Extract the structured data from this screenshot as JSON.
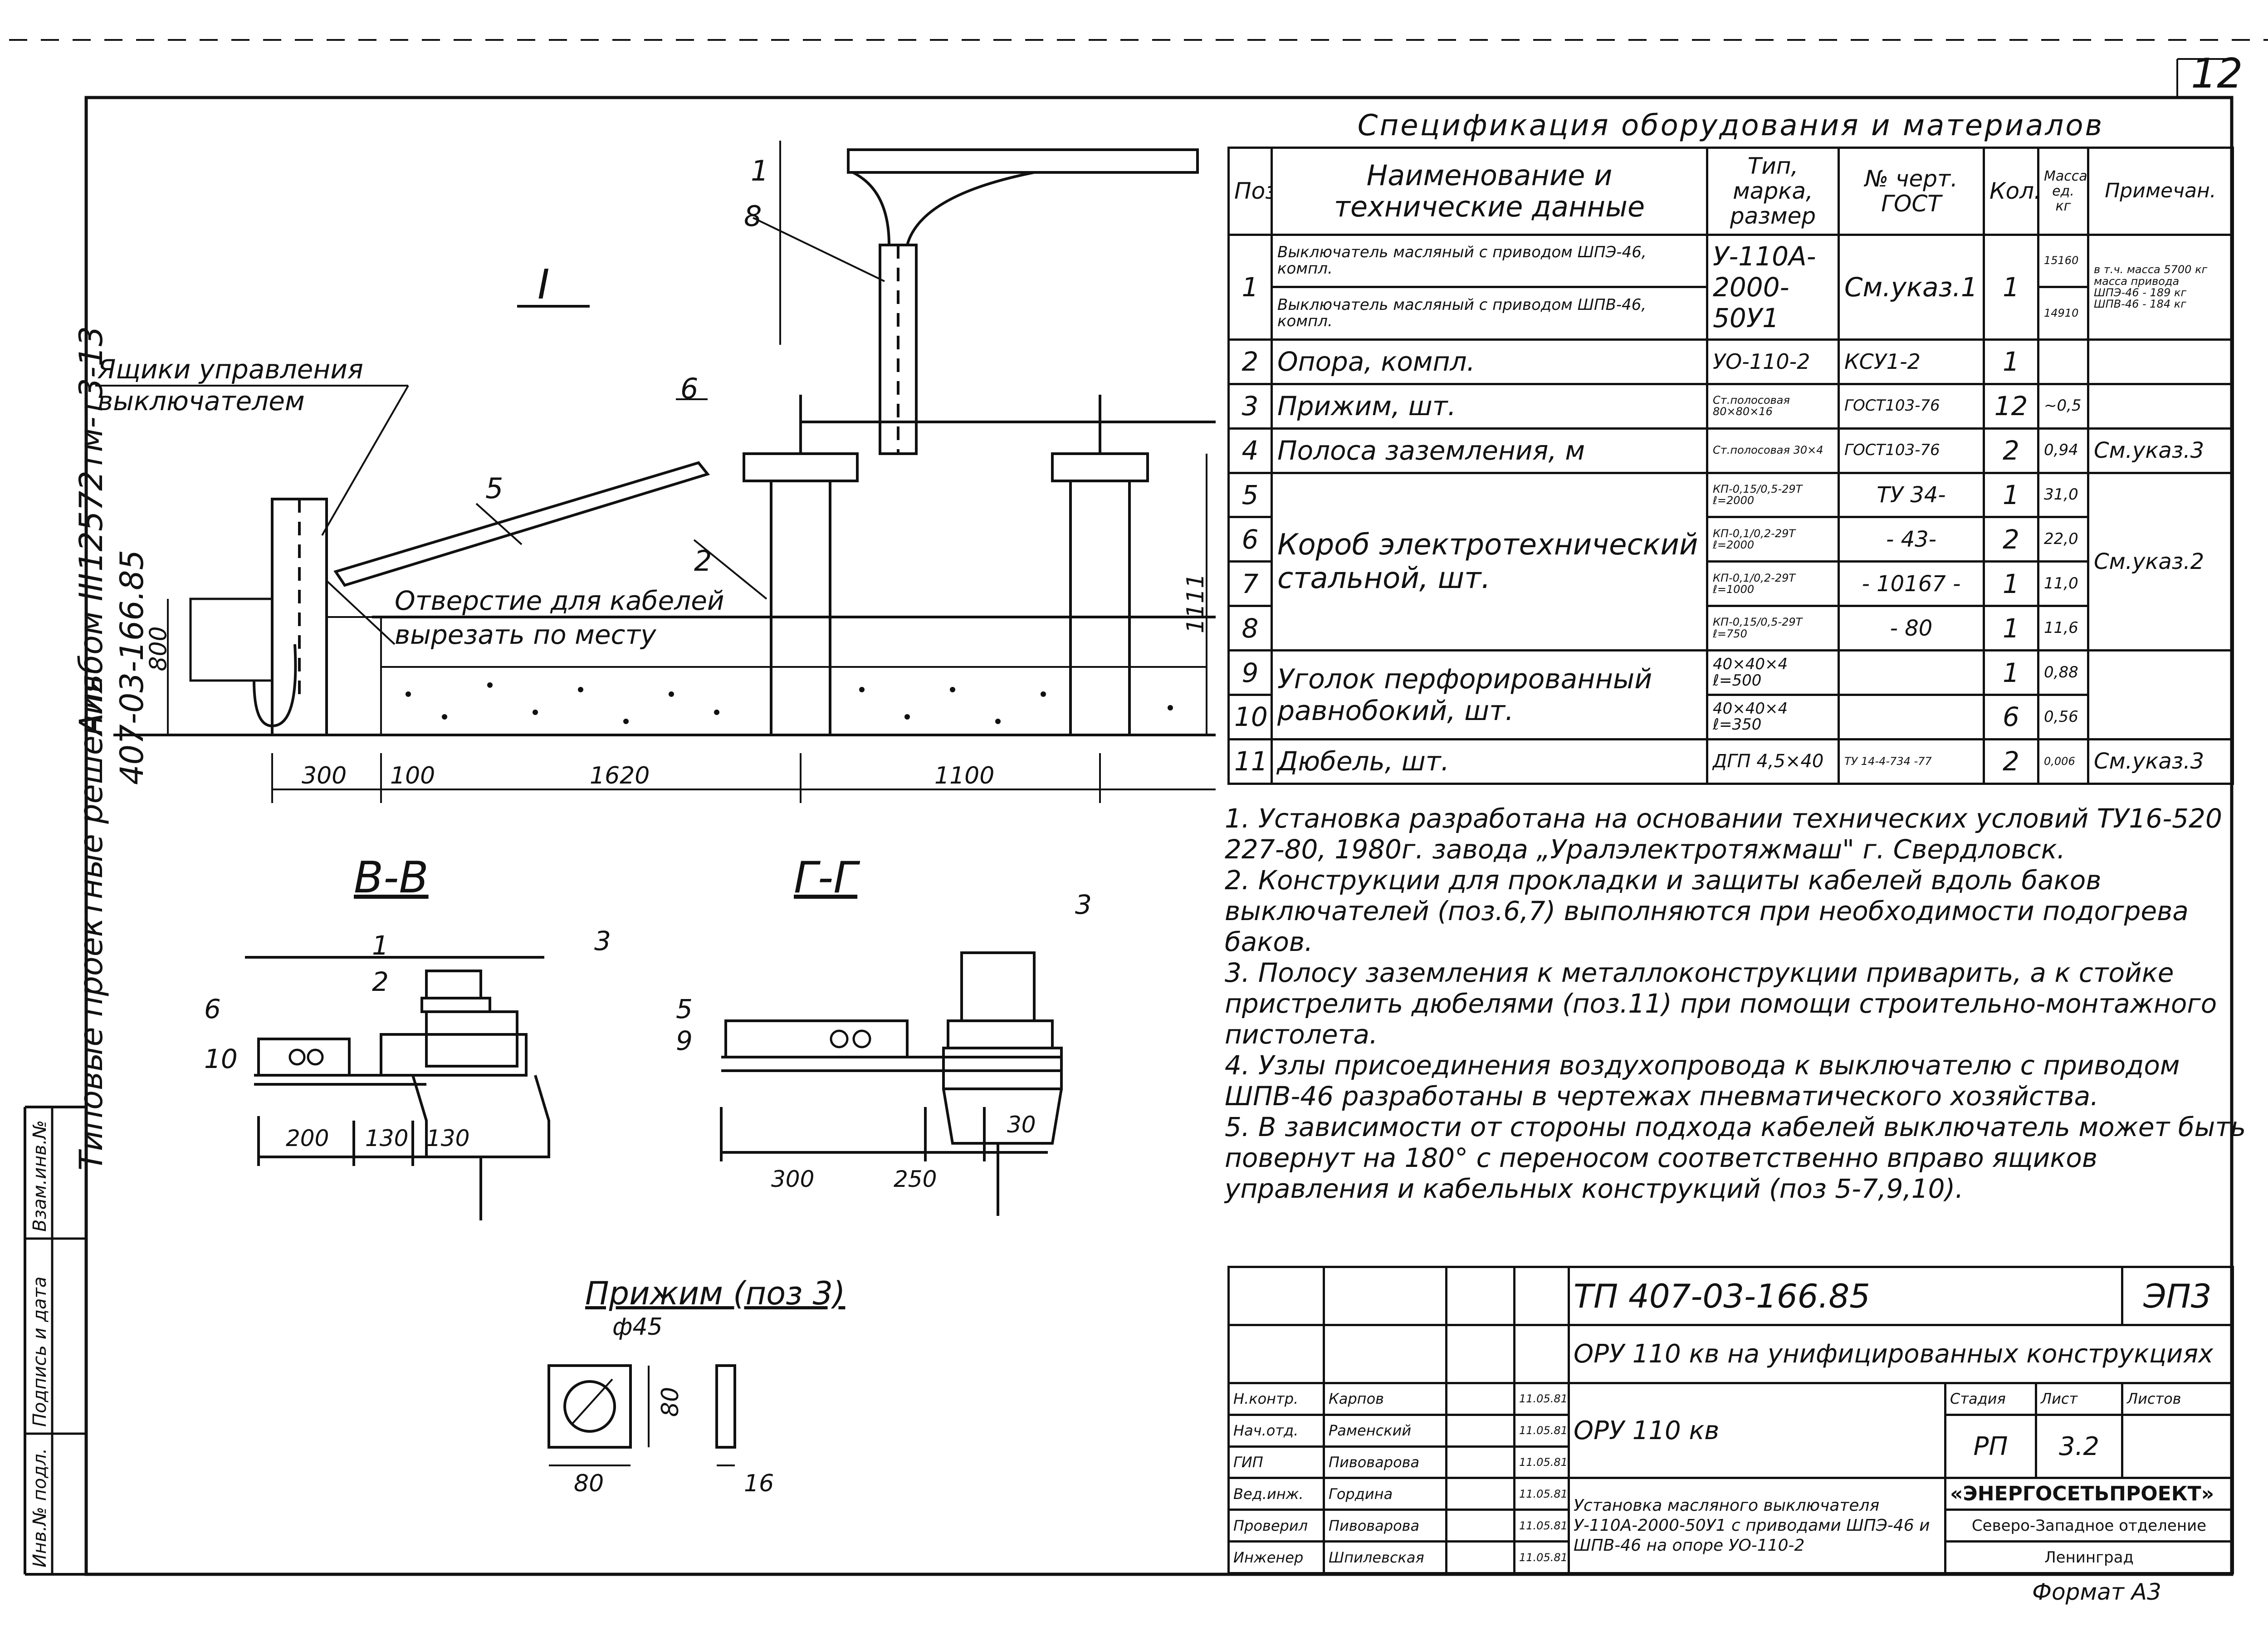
{
  "sheet": {
    "sheet_no": "12",
    "album_code_top": "12572тм-т3-13",
    "side_code": "407-03-166.85",
    "album": "Альбом III",
    "series_label": "Типовые проектные решения",
    "format": "Формат А3"
  },
  "side_stamp": [
    "Инв.№ подл.",
    "Подпись и дата",
    "Взам.инв.№"
  ],
  "drawing": {
    "view_label": "I",
    "boxes_label_1": "Ящики управления",
    "boxes_label_2": "выключателем",
    "hole_label_1": "Отверстие для кабелей",
    "hole_label_2": "вырезать по месту",
    "pos": [
      "1",
      "8",
      "6",
      "5",
      "2"
    ],
    "dims": [
      "300",
      "100",
      "1620",
      "1100",
      "800",
      "1111"
    ],
    "section_bb": "В-В",
    "section_gg": "Г-Г",
    "bb_pos": [
      "1",
      "3",
      "2",
      "6",
      "10"
    ],
    "bb_dims": [
      "200",
      "130",
      "130"
    ],
    "gg_pos": [
      "3",
      "5",
      "9"
    ],
    "gg_dims": [
      "300",
      "250",
      "30"
    ],
    "clamp_title": "Прижим (поз 3)",
    "clamp_dims": [
      "ф45",
      "80",
      "80",
      "16"
    ]
  },
  "spec": {
    "title": "Спецификация оборудования и материалов",
    "headers": [
      "Поз.",
      "Наименование и технические данные",
      "Тип, марка, размер",
      "№ черт. ГОСТ",
      "Кол.",
      "Масса ед. кг",
      "Примечан."
    ],
    "rows": [
      {
        "pos": "1",
        "name_a": "Выключатель масляный с приводом ШПЭ-46, компл.",
        "name_b": "Выключатель масляный с приводом ШПВ-46, компл.",
        "type": "У-110А- 2000-50У1",
        "gost": "См.указ.1",
        "qty": "1",
        "mass_a": "15160",
        "mass_b": "14910",
        "note": "в т.ч. масса 5700 кг масса привода ШПЭ-46 - 189 кг ШПВ-46 - 184 кг"
      },
      {
        "pos": "2",
        "name": "Опора, компл.",
        "type": "УО-110-2",
        "gost": "КСУ1-2",
        "qty": "1",
        "mass": "",
        "note": ""
      },
      {
        "pos": "3",
        "name": "Прижим, шт.",
        "type": "Ст.полосовая 80×80×16",
        "gost": "ГОСТ103-76",
        "qty": "12",
        "mass": "~0,5",
        "note": ""
      },
      {
        "pos": "4",
        "name": "Полоса заземления, м",
        "type": "Ст.полосовая 30×4",
        "gost": "ГОСТ103-76",
        "qty": "2",
        "mass": "0,94",
        "note": "См.указ.3"
      },
      {
        "pos": "5",
        "type": "КП-0,15/0,5-29Т ℓ=2000",
        "gost": "ТУ 34-",
        "qty": "1",
        "mass": "31,0"
      },
      {
        "pos": "6",
        "type": "КП-0,1/0,2-29Т ℓ=2000",
        "gost": "- 43-",
        "qty": "2",
        "mass": "22,0"
      },
      {
        "pos": "7",
        "type": "КП-0,1/0,2-29Т ℓ=1000",
        "gost": "- 10167 -",
        "qty": "1",
        "mass": "11,0"
      },
      {
        "pos": "8",
        "type": "КП-0,15/0,5-29Т ℓ=750",
        "gost": "- 80",
        "qty": "1",
        "mass": "11,6"
      },
      {
        "pos": "9",
        "type": "40×40×4 ℓ=500",
        "gost": "",
        "qty": "1",
        "mass": "0,88"
      },
      {
        "pos": "10",
        "type": "40×40×4 ℓ=350",
        "gost": "",
        "qty": "6",
        "mass": "0,56"
      },
      {
        "pos": "11",
        "name": "Дюбель, шт.",
        "type": "ДГП 4,5×40",
        "gost": "ТУ 14-4-734 -77",
        "qty": "2",
        "mass": "0,006",
        "note": "См.указ.3"
      }
    ],
    "merged_5_8_name": "Короб электротехнический стальной, шт.",
    "merged_5_8_note": "См.указ.2",
    "merged_9_10_name": "Уголок перфорированный равнобокий, шт."
  },
  "notes": [
    "1. Установка разработана на основании технических условий ТУ16-520 227-80, 1980г. завода „Уралэлектротяжмаш\" г. Свердловск.",
    "2. Конструкции для прокладки и защиты кабелей вдоль баков выключателей (поз.6,7) выполняются при необходимости подогрева баков.",
    "3. Полосу заземления к металлоконструкции приварить, а к стойке пристрелить дюбелями (поз.11) при помощи строительно-монтажного пистолета.",
    "4. Узлы присоединения воздухопровода к выключателю с приводом ШПВ-46 разработаны в чертежах пневматического хозяйства.",
    "5. В зависимости от стороны подхода кабелей выключатель может быть повернут на 180° с переносом соответственно вправо ящиков управления и кабельных конструкций (поз 5-7,9,10)."
  ],
  "title_block": {
    "code": "ТП 407-03-166.85",
    "mark": "ЭП3",
    "project": "ОРУ 110 кв на унифицированных конструкциях",
    "object": "ОРУ 110 кв",
    "stage_h": "Стадия",
    "sheet_h": "Лист",
    "sheets_h": "Листов",
    "stage": "РП",
    "sheet": "3.2",
    "sheet_title": "Установка масляного выключателя У-110А-2000-50У1 с приводами ШПЭ-46 и ШПВ-46 на опоре УО-110-2",
    "org_1": "«ЭНЕРГОСЕТЬПРОЕКТ»",
    "org_2": "Северо-Западное отделение",
    "org_3": "Ленинград",
    "staff": [
      {
        "role": "Н.контр.",
        "name": "Карпов",
        "date": "11.05.81"
      },
      {
        "role": "Нач.отд.",
        "name": "Раменский",
        "date": "11.05.81"
      },
      {
        "role": "ГИП",
        "name": "Пивоварова",
        "date": "11.05.81"
      },
      {
        "role": "Вед.инж.",
        "name": "Гордина",
        "date": "11.05.81"
      },
      {
        "role": "Проверил",
        "name": "Пивоварова",
        "date": "11.05.81"
      },
      {
        "role": "Инженер",
        "name": "Шпилевская",
        "date": "11.05.81"
      }
    ]
  }
}
